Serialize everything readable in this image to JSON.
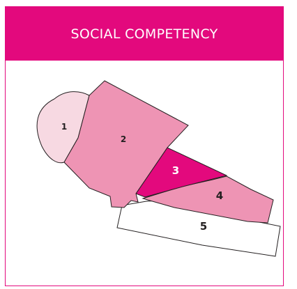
{
  "title": "SOCIAL COMPETENCY",
  "regions": [
    {
      "id": "1",
      "label": "1",
      "fill": "#f7d9e2"
    },
    {
      "id": "2",
      "label": "2",
      "fill": "#ee94b4"
    },
    {
      "id": "3",
      "label": "3",
      "fill": "#e3097d"
    },
    {
      "id": "4",
      "label": "4",
      "fill": "#ee94b4"
    },
    {
      "id": "5",
      "label": "5",
      "fill": "#ffffff"
    }
  ],
  "colors": {
    "accent": "#e3097d",
    "outline": "#231f20"
  }
}
